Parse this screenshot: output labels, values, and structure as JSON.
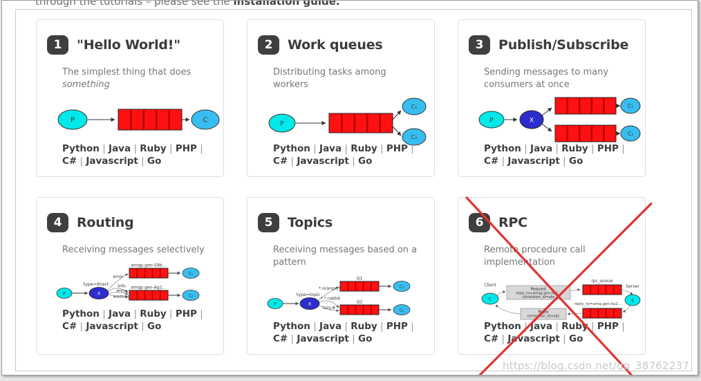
{
  "header": {
    "text_regular": "through the tutorials – please see the ",
    "text_bold": "installation guide."
  },
  "watermark": "https://blog.csdn.net/qq_38762237",
  "languages": {
    "items": [
      "Python",
      "Java",
      "Ruby",
      "PHP",
      "C#",
      "Javascript",
      "Go"
    ],
    "separator": "|"
  },
  "diagram_labels": {
    "producer": "P",
    "consumer": "C",
    "consumer1": "C₁",
    "consumer2": "C₂",
    "exchange": "X",
    "server": "S",
    "client": "C"
  },
  "cards": [
    {
      "number": "1",
      "title": "\"Hello World!\"",
      "description": "The simplest thing that does",
      "description_italic": "something"
    },
    {
      "number": "2",
      "title": "Work queues",
      "description": "Distributing tasks among workers"
    },
    {
      "number": "3",
      "title": "Publish/Subscribe",
      "description": "Sending messages to many consumers at once"
    },
    {
      "number": "4",
      "title": "Routing",
      "description": "Receiving messages selectively",
      "diagram": {
        "exchange_type": "type=direct",
        "queue1_label": "amqp.gen-S9b...",
        "queue2_label": "amqp.gen-Ag1...",
        "edge1": "error",
        "edge2": "info",
        "edge3": "error",
        "edge4": "warning"
      }
    },
    {
      "number": "5",
      "title": "Topics",
      "description": "Receiving messages based on a pattern",
      "diagram": {
        "exchange_type": "type=topic",
        "queue1_label": "Q1",
        "queue2_label": "Q2",
        "edge1": "*.orange.*",
        "edge2": "*.*.rabbit",
        "edge3": "lazy.#"
      }
    },
    {
      "number": "6",
      "title": "RPC",
      "description": "Remote procedure call implementation",
      "crossed_out": true,
      "diagram": {
        "client_label": "Client",
        "server_label": "Server",
        "request_line1": "Request",
        "request_line2": "reply_to=amqp.gen-Xa2...",
        "request_line3": "correlation_id=abc",
        "queue_top_label": "rpc_queue",
        "reply_to_label": "reply_to=amq.gen-Xa2...",
        "reply_line1": "Reply",
        "reply_line2": "correlation_id=abc"
      }
    }
  ],
  "colors": {
    "producer_fill": "#00e8e8",
    "consumer_fill": "#38bdf0",
    "exchange_fill": "#2d2dcb",
    "queue_fill": "#ff1111",
    "queue_divider": "#b80000",
    "badge_bg": "#3f3f3f",
    "cross_red": "#e13333",
    "card_border": "#dddddd"
  }
}
